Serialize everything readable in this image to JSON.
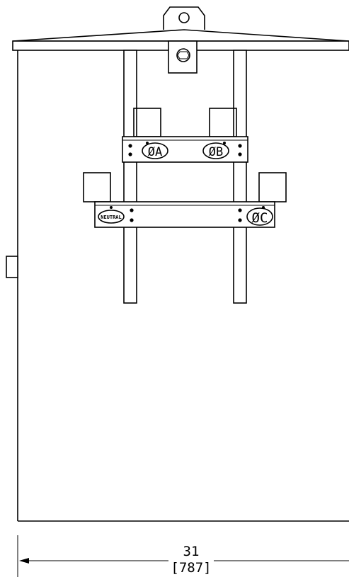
{
  "diagram": {
    "phase_labels": {
      "a": "ØA",
      "b": "ØB",
      "c": "ØC"
    },
    "neutral_label": "NEUTRAL",
    "dimension": {
      "value": "31",
      "value_metric": "[787]"
    }
  }
}
